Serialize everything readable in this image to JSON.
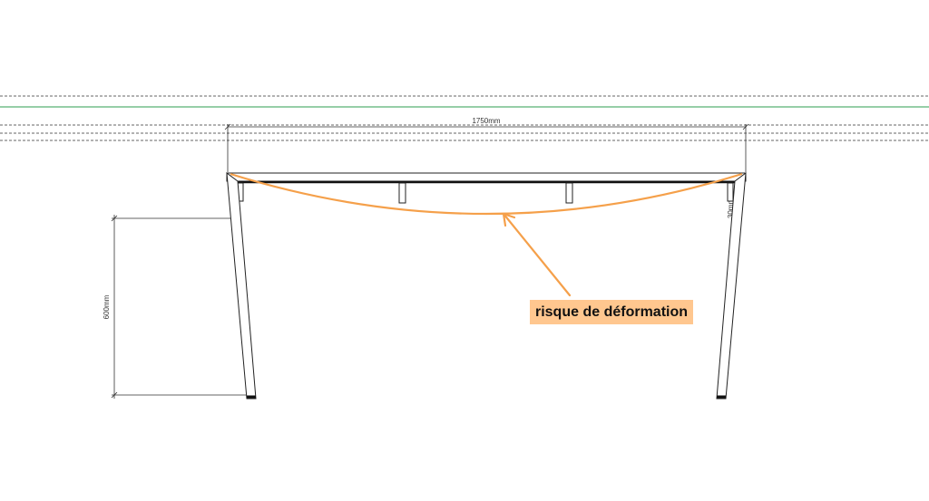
{
  "dimensions": {
    "span": "1750mm",
    "height": "600mm",
    "thickness": "30mm"
  },
  "annotation": {
    "text": "risque de déformation",
    "color": "#f5a04a",
    "label_bg": "#ffc78f"
  },
  "colors": {
    "line": "#222222",
    "guide_green": "#2e9e4f"
  }
}
